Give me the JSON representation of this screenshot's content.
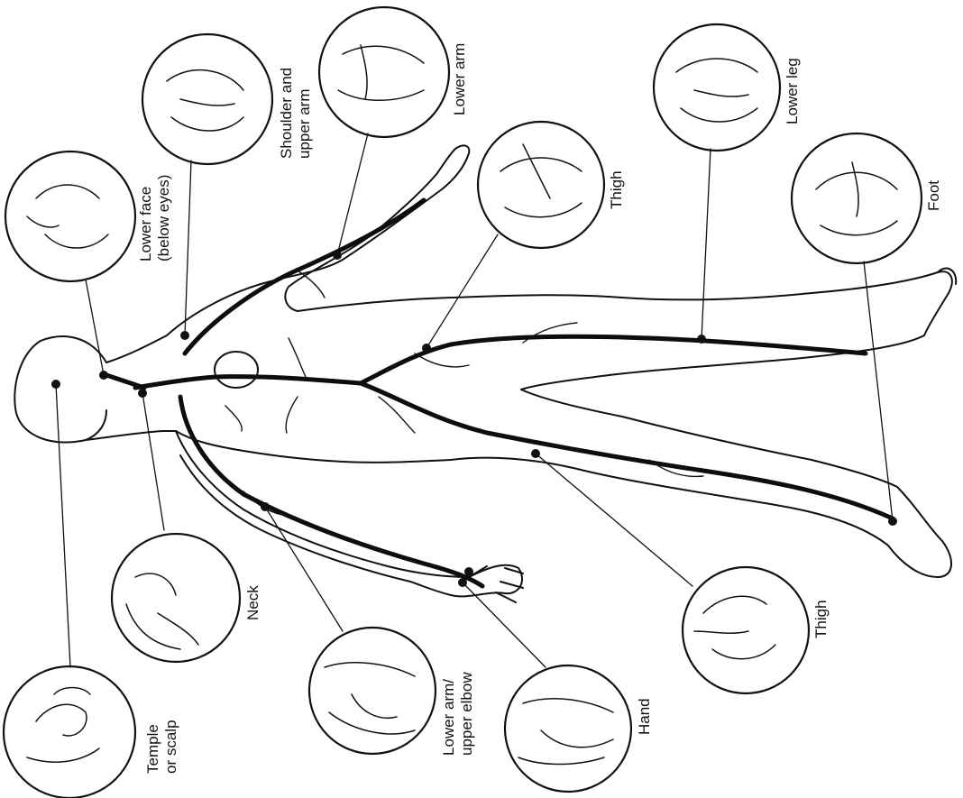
{
  "labels": {
    "temple_scalp": [
      "Temple",
      "or scalp"
    ],
    "neck": [
      "Neck"
    ],
    "lower_arm_elbow": [
      "Lower arm/",
      "upper elbow"
    ],
    "hand": [
      "Hand"
    ],
    "thigh_bottom": [
      "Thigh"
    ],
    "lower_face": [
      "Lower face",
      "(below eyes)"
    ],
    "shoulder_upper_arm": [
      "Shoulder and",
      "upper arm"
    ],
    "lower_arm": [
      "Lower arm"
    ],
    "thigh_top": [
      "Thigh"
    ],
    "lower_leg": [
      "Lower leg"
    ],
    "foot": [
      "Foot"
    ]
  },
  "colors": {
    "ink": "#111111",
    "artery": "#0d0d0d",
    "paper": "#ffffff"
  }
}
